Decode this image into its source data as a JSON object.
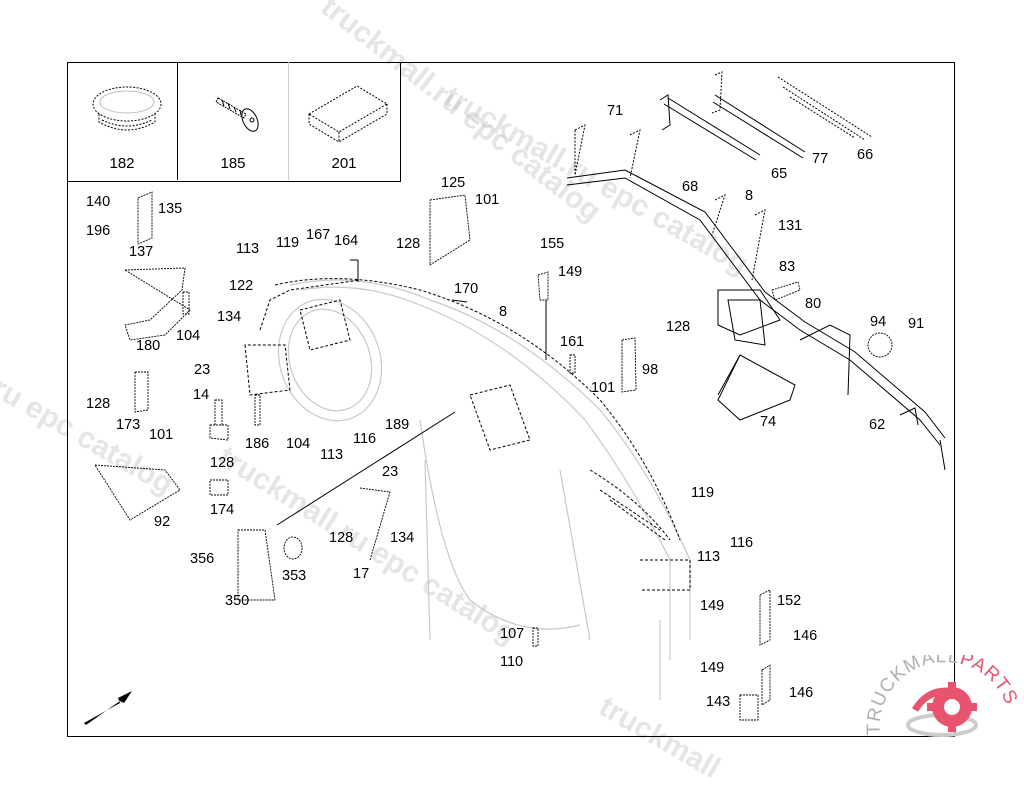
{
  "diagram": {
    "type": "exploded parts diagram",
    "inset_parts": [
      {
        "label": "182",
        "icon": "grommet-plug"
      },
      {
        "label": "185",
        "icon": "screw"
      },
      {
        "label": "201",
        "icon": "foam-pad"
      }
    ],
    "callouts": [
      {
        "id": "c140",
        "label": "140"
      },
      {
        "id": "c135",
        "label": "135"
      },
      {
        "id": "c196",
        "label": "196"
      },
      {
        "id": "c137",
        "label": "137"
      },
      {
        "id": "c113a",
        "label": "113"
      },
      {
        "id": "c119a",
        "label": "119"
      },
      {
        "id": "c167",
        "label": "167"
      },
      {
        "id": "c164",
        "label": "164"
      },
      {
        "id": "c122",
        "label": "122"
      },
      {
        "id": "c134a",
        "label": "134"
      },
      {
        "id": "c180",
        "label": "180"
      },
      {
        "id": "c104a",
        "label": "104"
      },
      {
        "id": "c23a",
        "label": "23"
      },
      {
        "id": "c14",
        "label": "14"
      },
      {
        "id": "c128a",
        "label": "128"
      },
      {
        "id": "c173",
        "label": "173"
      },
      {
        "id": "c101a",
        "label": "101"
      },
      {
        "id": "c186",
        "label": "186"
      },
      {
        "id": "c104b",
        "label": "104"
      },
      {
        "id": "c113b",
        "label": "113"
      },
      {
        "id": "c116a",
        "label": "116"
      },
      {
        "id": "c189",
        "label": "189"
      },
      {
        "id": "c128b",
        "label": "128"
      },
      {
        "id": "c174",
        "label": "174"
      },
      {
        "id": "c92",
        "label": "92"
      },
      {
        "id": "c23b",
        "label": "23"
      },
      {
        "id": "c128c",
        "label": "128"
      },
      {
        "id": "c134b",
        "label": "134"
      },
      {
        "id": "c17",
        "label": "17"
      },
      {
        "id": "c356",
        "label": "356"
      },
      {
        "id": "c353",
        "label": "353"
      },
      {
        "id": "c350",
        "label": "350"
      },
      {
        "id": "c125",
        "label": "125"
      },
      {
        "id": "c101b",
        "label": "101"
      },
      {
        "id": "c128d",
        "label": "128"
      },
      {
        "id": "c170",
        "label": "170"
      },
      {
        "id": "c8a",
        "label": "8"
      },
      {
        "id": "c155",
        "label": "155"
      },
      {
        "id": "c149a",
        "label": "149"
      },
      {
        "id": "c161",
        "label": "161"
      },
      {
        "id": "c128e",
        "label": "128"
      },
      {
        "id": "c101c",
        "label": "101"
      },
      {
        "id": "c98",
        "label": "98"
      },
      {
        "id": "c71",
        "label": "71"
      },
      {
        "id": "c65",
        "label": "65"
      },
      {
        "id": "c77",
        "label": "77"
      },
      {
        "id": "c66",
        "label": "66"
      },
      {
        "id": "c68",
        "label": "68"
      },
      {
        "id": "c8b",
        "label": "8"
      },
      {
        "id": "c131",
        "label": "131"
      },
      {
        "id": "c83",
        "label": "83"
      },
      {
        "id": "c80",
        "label": "80"
      },
      {
        "id": "c94",
        "label": "94"
      },
      {
        "id": "c91",
        "label": "91"
      },
      {
        "id": "c74",
        "label": "74"
      },
      {
        "id": "c62",
        "label": "62"
      },
      {
        "id": "c119b",
        "label": "119"
      },
      {
        "id": "c116b",
        "label": "116"
      },
      {
        "id": "c113c",
        "label": "113"
      },
      {
        "id": "c149b",
        "label": "149"
      },
      {
        "id": "c152",
        "label": "152"
      },
      {
        "id": "c146a",
        "label": "146"
      },
      {
        "id": "c149c",
        "label": "149"
      },
      {
        "id": "c146b",
        "label": "146"
      },
      {
        "id": "c143",
        "label": "143"
      },
      {
        "id": "c107",
        "label": "107"
      },
      {
        "id": "c110",
        "label": "110"
      }
    ]
  },
  "watermarks": [
    "truckmall.ru epc catalog",
    "truckmall.ru epc catalog",
    "truckmall.ru epc catalog",
    "truckmall.ru epc catalog"
  ],
  "logo": {
    "text_left": "TRUCKMALL",
    "text_right": "PARTS",
    "accent_color": "#e8536f",
    "gray_color": "#b0b0b0"
  },
  "colors": {
    "line": "#000000",
    "ghost_line": "#c8c8c8"
  }
}
